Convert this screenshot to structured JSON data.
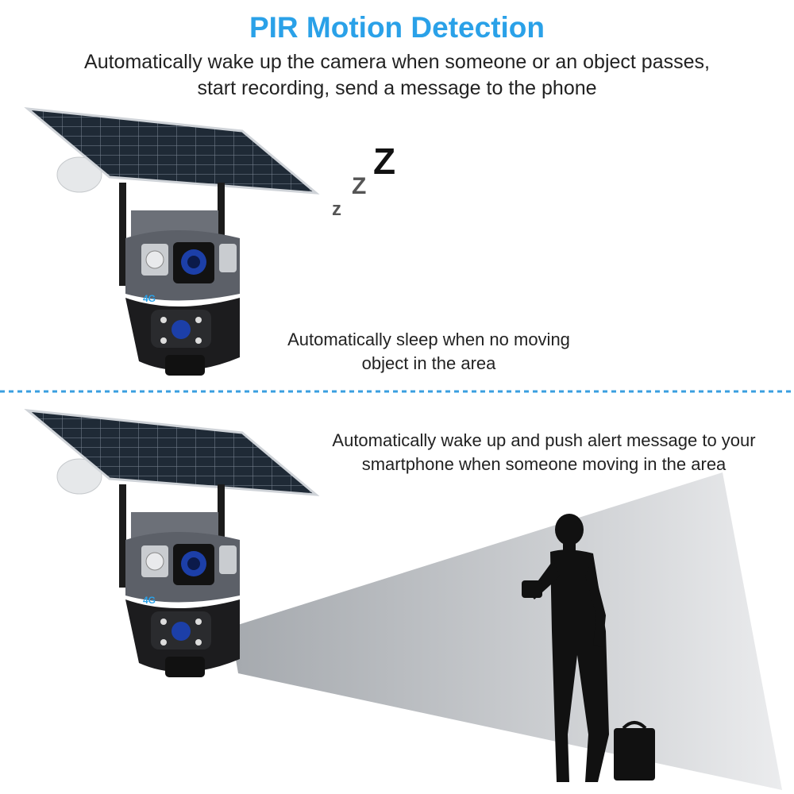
{
  "header": {
    "title": "PIR Motion Detection",
    "subtitle": "Automatically wake up the camera when someone or an object passes, start recording, send a message to the phone"
  },
  "sleep_panel": {
    "caption": "Automatically sleep when no moving object in the area",
    "sleep_letters": [
      "z",
      "Z",
      "Z"
    ]
  },
  "wake_panel": {
    "caption": "Automatically wake up and push alert message to your smartphone when someone moving in the area"
  },
  "device": {
    "badge": "4G"
  },
  "colors": {
    "accent": "#2aa1e8",
    "divider": "#3a9fe0",
    "solar_panel": "#1f2a36",
    "camera_body": "#3b3e44",
    "silhouette": "#111111"
  }
}
